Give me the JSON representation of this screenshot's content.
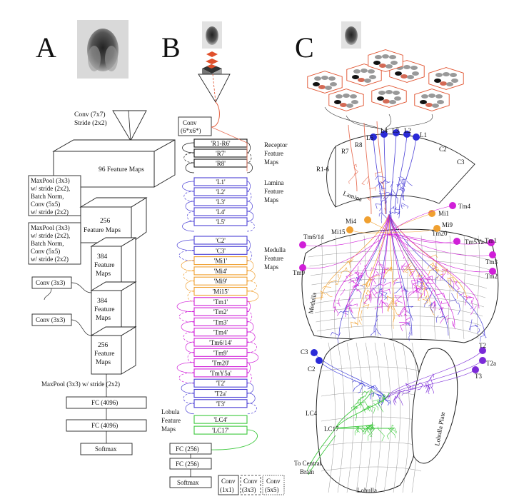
{
  "panels": {
    "a": {
      "letter": "A",
      "conv1": [
        "Conv (7x7)",
        "Stride (2x2)"
      ],
      "pool_block_1": [
        "MaxPool (3x3)",
        "w/ stride (2x2),",
        "Batch Norm,",
        "Conv (5x5)",
        "w/ stride (2x2)"
      ],
      "pool_block_2": [
        "MaxPool (3x3)",
        "w/ stride (2x2),",
        "Batch Norm,",
        "Conv (5x5)",
        "w/ stride (2x2)"
      ],
      "conv3_a": "Conv (3x3)",
      "conv3_b": "Conv (3x3)",
      "fm96": "96 Feature Maps",
      "fm256": [
        "256",
        "Feature Maps"
      ],
      "fm384a": [
        "384",
        "Feature",
        "Maps"
      ],
      "fm384b": [
        "384",
        "Feature",
        "Maps"
      ],
      "fm256b": [
        "256",
        "Feature",
        "Maps"
      ],
      "maxpool_final": "MaxPool (3x3) w/ stride (2x2)",
      "fc1": "FC (4096)",
      "fc2": "FC (4096)",
      "softmax": "Softmax"
    },
    "b": {
      "letter": "B",
      "conv": [
        "Conv",
        "(6*x6*)"
      ],
      "receptor": [
        "'R1-R6'",
        "'R7'",
        "'R8'"
      ],
      "lamina": [
        "'L1'",
        "'L2'",
        "'L3'",
        "'L4'",
        "'L5'"
      ],
      "medulla": [
        "'C2'",
        "'C3'",
        "'Mi1'",
        "'Mi4'",
        "'Mi9'",
        "'Mi15'",
        "'Tm1'",
        "'Tm2'",
        "'Tm3'",
        "'Tm4'",
        "'Tm6/14'",
        "'Tm9'",
        "'Tm20'",
        "'TmY5a'",
        "'T2'",
        "'T2a'",
        "'T3'"
      ],
      "lobula": [
        "'LC4'",
        "'LC17'"
      ],
      "receptor_label": [
        "Receptor",
        "Feature",
        "Maps"
      ],
      "lamina_label": [
        "Lamina",
        "Feature",
        "Maps"
      ],
      "medulla_label": [
        "Medulla",
        "Feature",
        "Maps"
      ],
      "lobula_label": [
        "Lobula",
        "Feature",
        "Maps"
      ],
      "fc1": "FC (256)",
      "fc2": "FC (256)",
      "softmax": "Softmax",
      "legend": [
        [
          "Conv",
          "(1x1)"
        ],
        [
          "Conv",
          "(3x3)"
        ],
        [
          "Conv",
          "(5x5)"
        ]
      ]
    },
    "c": {
      "letter": "C",
      "photoreceptors": [
        "R1-6",
        "R7",
        "R8"
      ],
      "lamina_cells": [
        "L5",
        "L4",
        "L3",
        "L2",
        "L1"
      ],
      "lamina_right": [
        "C2",
        "C3"
      ],
      "lamina_region": "Lamina",
      "medulla_cells_top": [
        "Mi4",
        "Mi1",
        "Mi15",
        "Mi9",
        "Tm4",
        "Tm20",
        "Tm6/14",
        "Tm5Ya",
        "Tm1",
        "Tm3",
        "Tm2",
        "Tm9"
      ],
      "medulla_region": "Medulla",
      "lower_cells": [
        "C3",
        "C2",
        "T2",
        "T2a",
        "T3"
      ],
      "lobula_cells": [
        "LC4",
        "LC17"
      ],
      "lobula_region": "Lobulla",
      "lobula_plate_region": "Lobulla Plate",
      "to_central_brain": [
        "To Central",
        "Brain"
      ]
    }
  },
  "colors": {
    "receptor": "#e8735a",
    "lamina": "#4a3fd6",
    "medulla_mi": "#f0a030",
    "medulla_tm": "#d020d8",
    "lobula": "#3cc83c"
  }
}
